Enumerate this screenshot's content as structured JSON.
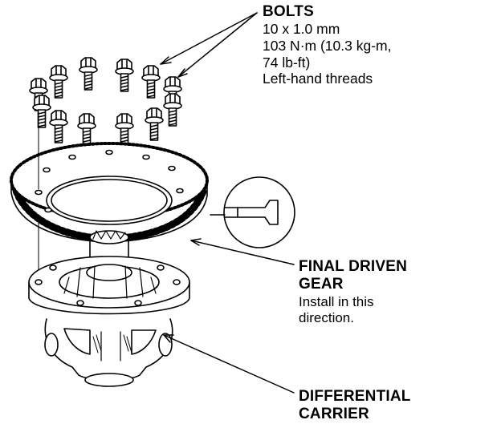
{
  "callouts": {
    "bolts": {
      "title": "BOLTS",
      "spec_lines": [
        "10 x 1.0 mm",
        "103 N·m (10.3 kg-m,",
        "74 lb-ft)",
        "Left-hand threads"
      ]
    },
    "final_driven_gear": {
      "title_lines": [
        "FINAL DRIVEN",
        "GEAR"
      ],
      "note_lines": [
        "Install in this",
        "direction."
      ]
    },
    "differential_carrier": {
      "title_lines": [
        "DIFFERENTIAL",
        "CARRIER"
      ]
    }
  },
  "colors": {
    "ink": "#000000",
    "background": "#ffffff"
  }
}
